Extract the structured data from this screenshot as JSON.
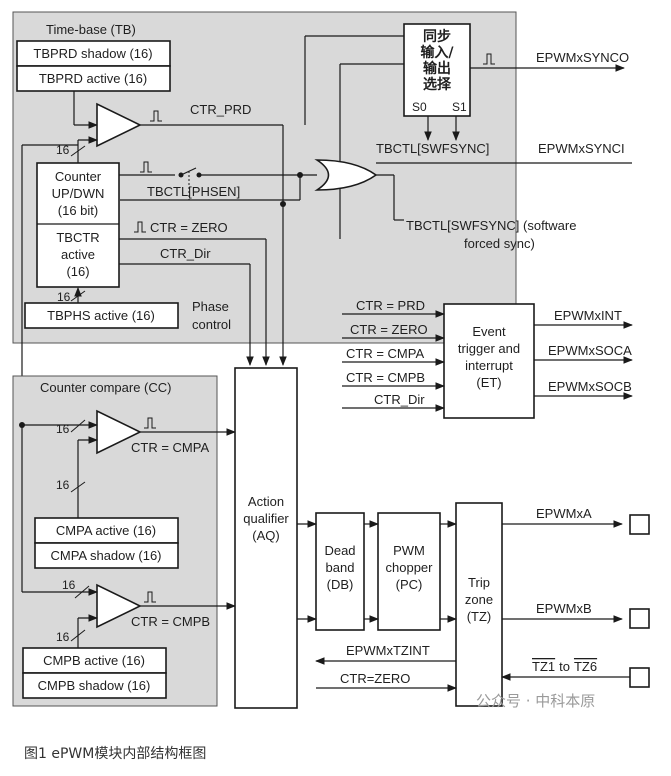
{
  "tb": {
    "title": "Time-base (TB)",
    "prd_shadow": "TBPRD shadow (16)",
    "prd_active": "TBPRD active (16)",
    "ctr_prd": "CTR_PRD",
    "counter": [
      "Counter",
      "UP/DWN",
      "(16 bit)"
    ],
    "tbctr": [
      "TBCTR",
      "active",
      "(16)"
    ],
    "phsen": "TBCTL[PHSEN]",
    "ctr_zero": "CTR = ZERO",
    "ctr_dir": "CTR_Dir",
    "tbphs": "TBPHS active (16)",
    "phase_ctrl": [
      "Phase",
      "control"
    ],
    "width16": "16",
    "sync_sel": [
      "同步",
      "输入/",
      "输出",
      "选择"
    ],
    "s0": "S0",
    "s1": "S1",
    "swfsync": "TBCTL[SWFSYNC]",
    "swfsync_note": [
      "TBCTL[SWFSYNC] (software",
      "forced sync)"
    ]
  },
  "signals": {
    "synco": "EPWMxSYNCO",
    "synci": "EPWMxSYNCI"
  },
  "et": {
    "label": [
      "Event",
      "trigger and",
      "interrupt",
      "(ET)"
    ],
    "inputs": [
      "CTR = PRD",
      "CTR = ZERO",
      "CTR = CMPA",
      "CTR = CMPB",
      "CTR_Dir"
    ],
    "outputs": [
      "EPWMxINT",
      "EPWMxSOCA",
      "EPWMxSOCB"
    ]
  },
  "cc": {
    "title": "Counter compare (CC)",
    "ctr_cmpa": "CTR = CMPA",
    "ctr_cmpb": "CTR = CMPB",
    "cmpa_active": "CMPA active (16)",
    "cmpa_shadow": "CMPA shadow (16)",
    "cmpb_active": "CMPB active (16)",
    "cmpb_shadow": "CMPB shadow (16)",
    "width16": "16"
  },
  "aq": {
    "label": [
      "Action",
      "qualifier",
      "(AQ)"
    ]
  },
  "db": {
    "label": [
      "Dead",
      "band",
      "(DB)"
    ]
  },
  "pc": {
    "label": [
      "PWM",
      "chopper",
      "(PC)"
    ]
  },
  "tz": {
    "label": [
      "Trip",
      "zone",
      "(TZ)"
    ],
    "epwma": "EPWMxA",
    "epwmb": "EPWMxB",
    "tzint": "EPWMxTZINT",
    "ctr_zero": "CTR=ZERO",
    "tz_range": {
      "from": "TZ1",
      "to_word": "to",
      "to": "TZ6"
    }
  },
  "watermark": "公众号 · 中科本原",
  "caption": "图1 ePWM模块内部结构框图"
}
